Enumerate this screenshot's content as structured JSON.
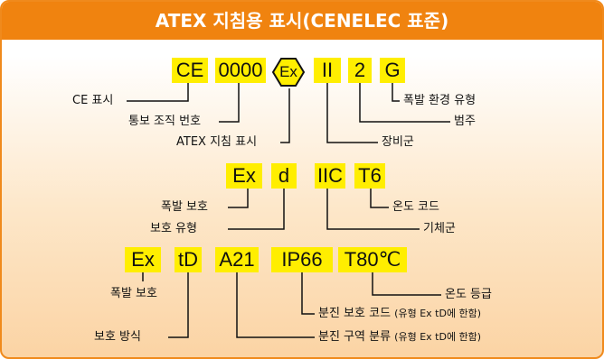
{
  "title": "ATEX 지침용 표시(CENELEC 표준)",
  "row1": {
    "codes": [
      "CE",
      "0000",
      "Ex",
      "II",
      "2",
      "G"
    ],
    "labels": {
      "ce": "CE 표시",
      "notified": "통보 조직 번호",
      "atex": "ATEX 지침 표시",
      "group": "장비군",
      "category": "범주",
      "atmosphere": "폭발 환경 유형"
    }
  },
  "row2": {
    "codes": [
      "Ex",
      "d",
      "IIC",
      "T6"
    ],
    "labels": {
      "ex": "폭발 보호",
      "protection": "보호 유형",
      "gas_group": "기체군",
      "temp": "온도 코드"
    }
  },
  "row3": {
    "codes": [
      "Ex",
      "tD",
      "A21",
      "IP66",
      "T80℃"
    ],
    "labels": {
      "ex": "폭발 보호",
      "method": "보호 방식",
      "zone": "분진 구역 분류",
      "zone_note": "(유형 Ex tD에 한함)",
      "ip": "분진 보호 코드",
      "ip_note": "(유형 Ex tD에 한함)",
      "temp": "온도 등급"
    }
  },
  "colors": {
    "accent": "#f0830f",
    "highlight": "#ffee00"
  }
}
